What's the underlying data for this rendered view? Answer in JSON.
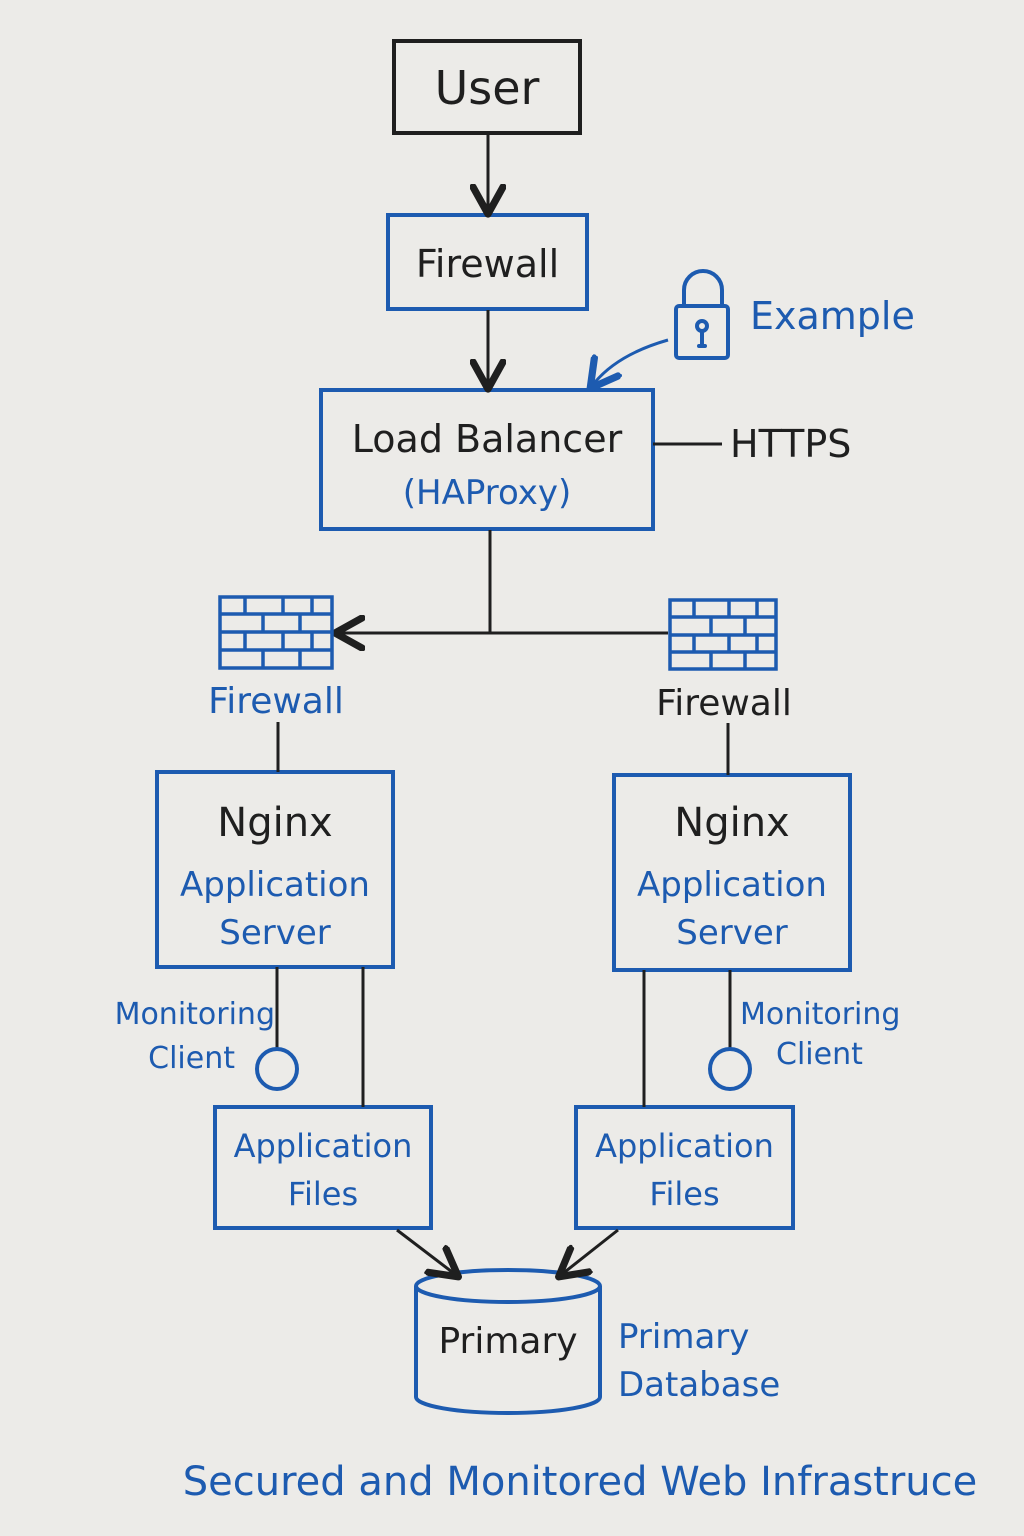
{
  "colors": {
    "background": "#ecebe8",
    "ink": "#1f1f1f",
    "blue": "#1d5bb0"
  },
  "nodes": {
    "user": "User",
    "firewall_top": "Firewall",
    "load_balancer": "Load Balancer",
    "load_balancer_sub": "(HAProxy)",
    "https": "HTTPS",
    "example": "Example",
    "firewall_left": "Firewall",
    "firewall_right": "Firewall",
    "server_left": {
      "title": "Nginx",
      "line1": "Application",
      "line2": "Server"
    },
    "server_right": {
      "title": "Nginx",
      "line1": "Application",
      "line2": "Server"
    },
    "monitoring_left": {
      "line1": "Monitoring",
      "line2": "Client"
    },
    "monitoring_right": {
      "line1": "Monitoring",
      "line2": "Client"
    },
    "files_left": {
      "line1": "Application",
      "line2": "Files"
    },
    "files_right": {
      "line1": "Application",
      "line2": "Files"
    },
    "database": "Primary",
    "database_caption": {
      "line1": "Primary",
      "line2": "Database"
    }
  },
  "icons": [
    "lock-icon",
    "brick-firewall-icon",
    "brick-firewall-icon"
  ],
  "title": "Secured and Monitored Web Infrastruce"
}
